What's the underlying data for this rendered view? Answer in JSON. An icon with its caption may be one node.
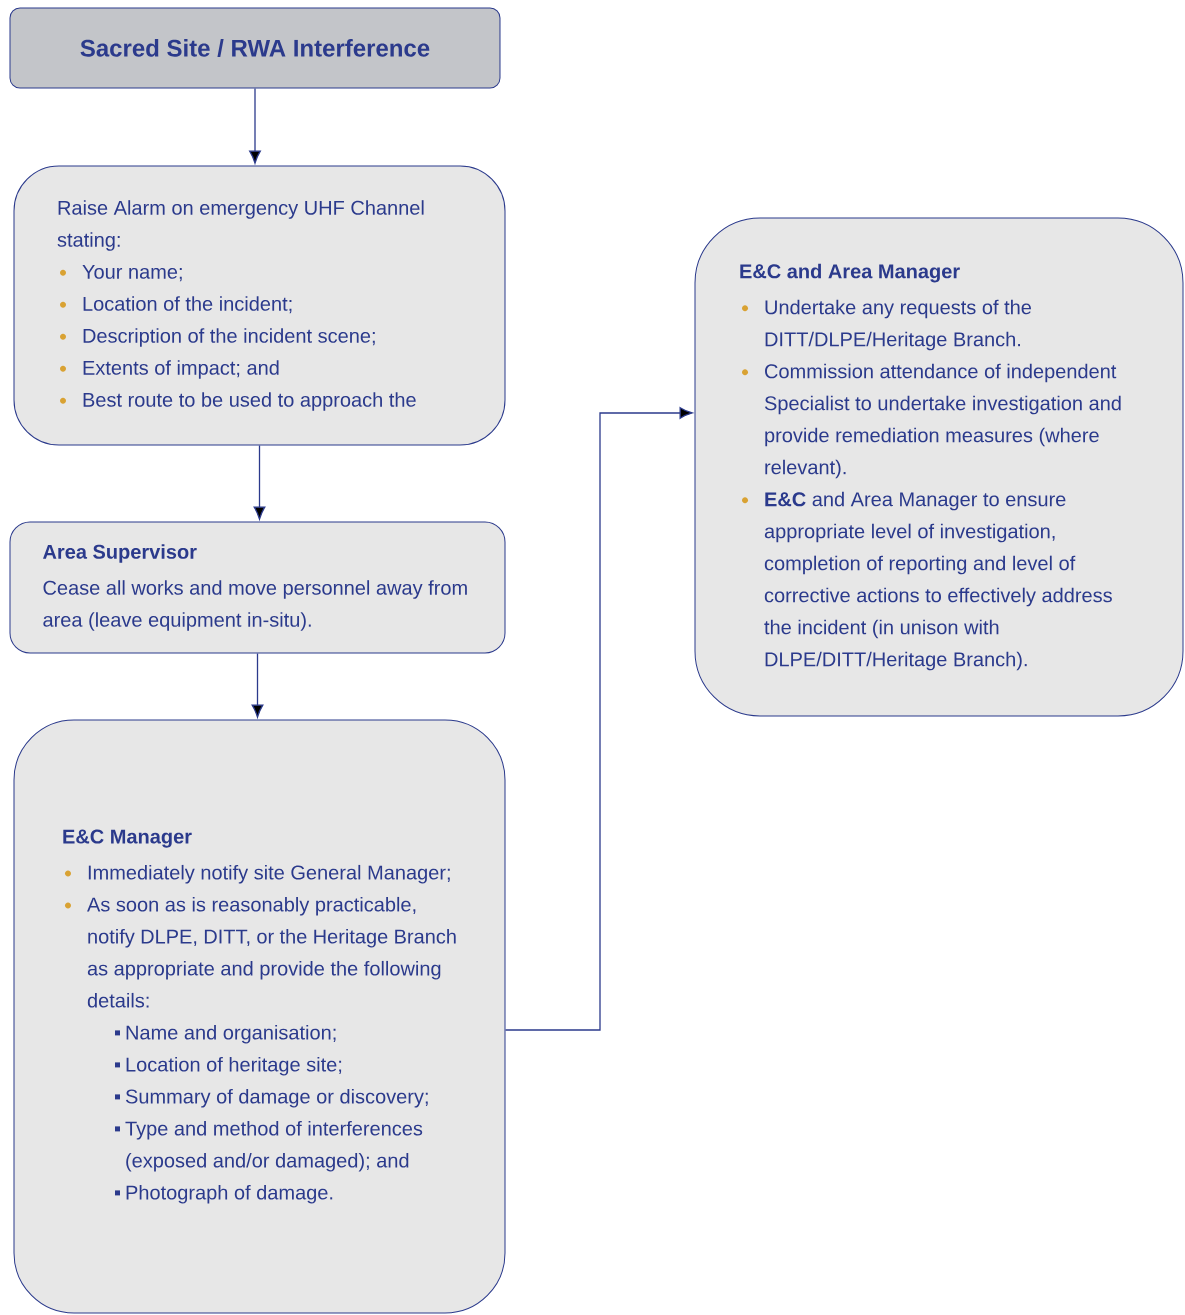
{
  "diagram": {
    "nodes": [
      {
        "text": [
          "Sacred Site / RWA Interference"
        ]
      },
      {
        "text": [
          "Raise Alarm on emergency UHF Channel stating:",
          "Your name;",
          "Location of the incident;",
          "Description of the incident scene;",
          "Extents of impact; and",
          "Best route to be used to approach the"
        ]
      },
      {
        "text": [
          "Area Supervisor",
          "Cease all works and move personnel away from area (leave equipment in-situ)."
        ]
      },
      {
        "text": [
          "E&C Manager",
          "Immediately notify site General Manager;",
          "As soon as is reasonably practicable, notify DLPE, DITT, or the Heritage Branch as appropriate and provide the following details:",
          "Name and organisation;",
          "Location of heritage site;",
          "Summary of damage or discovery;",
          "Type and method of interferences (exposed and/or damaged); and",
          "Photograph of damage."
        ]
      },
      {
        "text": [
          "E&C and Area Manager",
          "Undertake any requests of the DITT/DLPE/Heritage Branch.",
          "Commission attendance of independent Specialist to undertake investigation and provide remediation measures (where relevant).",
          "**E&C** and Area Manager to ensure appropriate level of investigation, completion of reporting and level of corrective actions to effectively address the incident  (in unison with DLPE/DITT/Heritage Branch)."
        ]
      }
    ],
    "edges": [
      {
        "from": 0,
        "to": 1,
        "arrow": "to"
      },
      {
        "from": 1,
        "to": 2,
        "arrow": "to"
      },
      {
        "from": 2,
        "to": 3,
        "arrow": "to"
      },
      {
        "from": 3,
        "to": 4,
        "arrow": "to"
      }
    ]
  }
}
